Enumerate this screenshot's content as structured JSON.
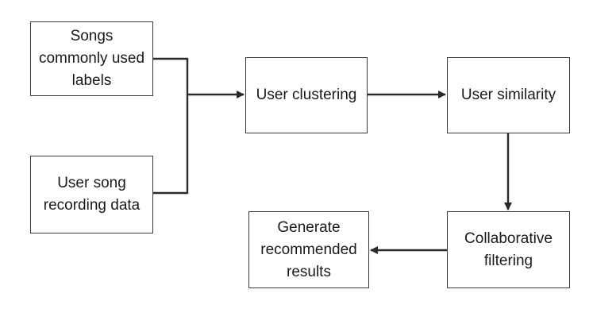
{
  "nodes": {
    "songs_labels": "Songs\ncommonly used\nlabels",
    "user_song_data": "User song\nrecording data",
    "user_clustering": "User clustering",
    "user_similarity": "User similarity",
    "collab_filtering": "Collaborative\nfiltering",
    "generate_results": "Generate\nrecommended\nresults"
  },
  "colors": {
    "stroke": "#2b2b2b",
    "box_border": "#3a3a3a",
    "background": "#ffffff"
  }
}
